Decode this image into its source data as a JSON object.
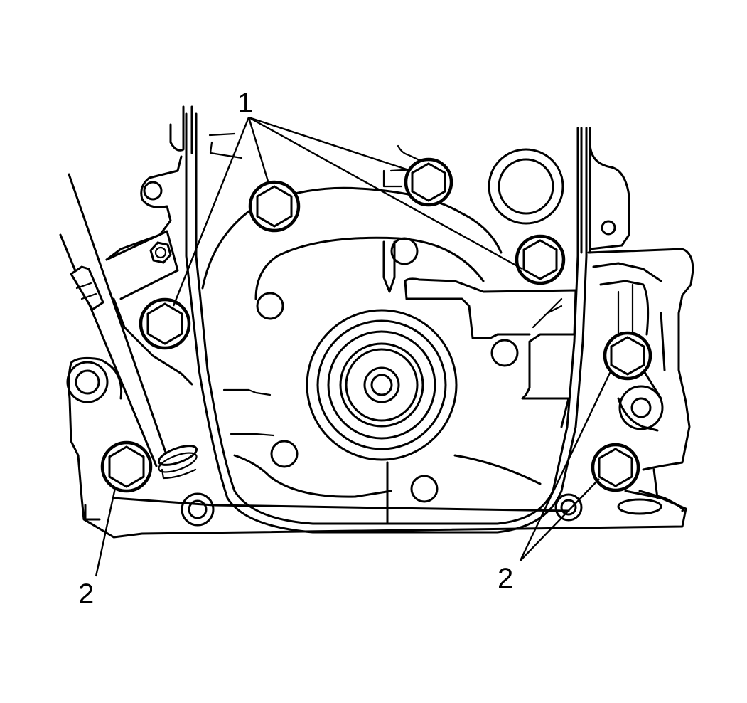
{
  "callouts": {
    "top": "1",
    "bottom_left": "2",
    "bottom_right": "2"
  }
}
